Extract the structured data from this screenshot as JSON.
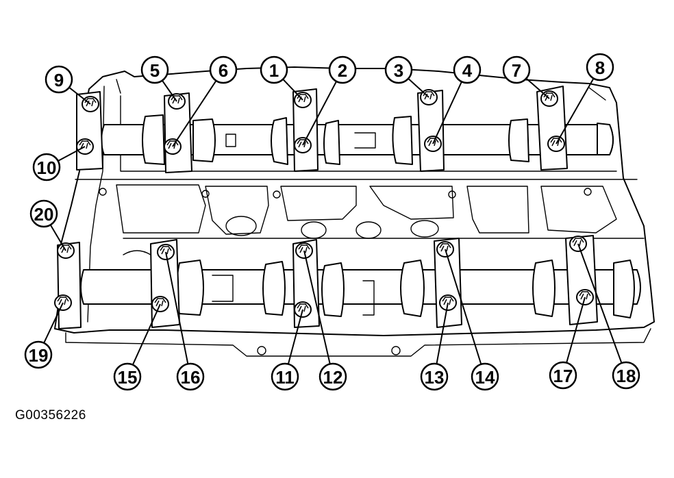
{
  "figure_id": "G00356226",
  "callouts": [
    {
      "label": "1"
    },
    {
      "label": "2"
    },
    {
      "label": "3"
    },
    {
      "label": "4"
    },
    {
      "label": "5"
    },
    {
      "label": "6"
    },
    {
      "label": "7"
    },
    {
      "label": "8"
    },
    {
      "label": "9"
    },
    {
      "label": "10"
    },
    {
      "label": "11"
    },
    {
      "label": "12"
    },
    {
      "label": "13"
    },
    {
      "label": "14"
    },
    {
      "label": "15"
    },
    {
      "label": "16"
    },
    {
      "label": "17"
    },
    {
      "label": "18"
    },
    {
      "label": "19"
    },
    {
      "label": "20"
    }
  ]
}
